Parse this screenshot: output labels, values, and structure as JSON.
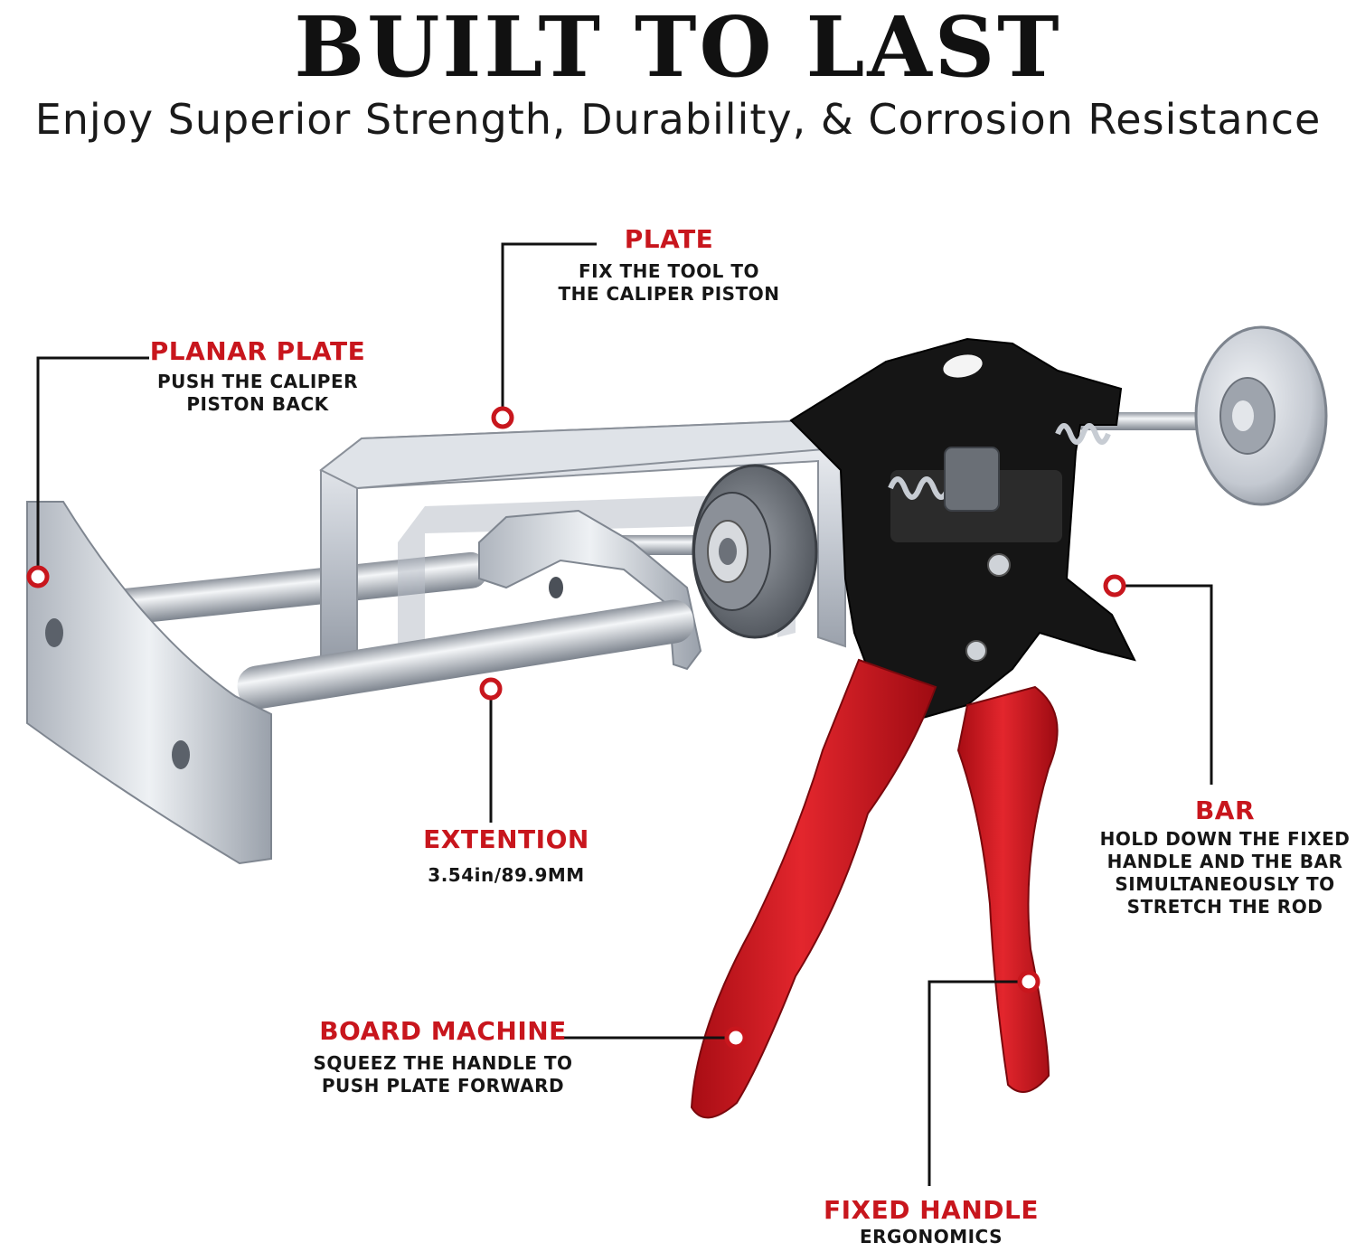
{
  "header": {
    "title": "BUILT TO LAST",
    "subtitle": "Enjoy Superior Strength, Durability, & Corrosion Resistance"
  },
  "callouts": {
    "plate": {
      "title": "PLATE",
      "desc": "FIX THE TOOL TO\nTHE CALIPER PISTON"
    },
    "planar_plate": {
      "title": "PLANAR PLATE",
      "desc": "PUSH THE CALIPER\nPISTON BACK"
    },
    "extention": {
      "title": "EXTENTION",
      "desc": "3.54in/89.9MM"
    },
    "bar": {
      "title": "BAR",
      "desc": "HOLD DOWN THE FIXED\nHANDLE AND THE BAR\nSIMULTANEOUSLY TO\nSTRETCH THE ROD"
    },
    "board_machine": {
      "title": "BOARD MACHINE",
      "desc": "SQUEEZ THE HANDLE TO\nPUSH PLATE FORWARD"
    },
    "fixed_handle": {
      "title": "FIXED HANDLE",
      "desc": "ERGONOMICS"
    }
  },
  "colors": {
    "accent_red": "#c8161d",
    "text_dark": "#161616",
    "metal": "#c9ced6",
    "body_black": "#151515",
    "handle_red": "#d0121b"
  }
}
